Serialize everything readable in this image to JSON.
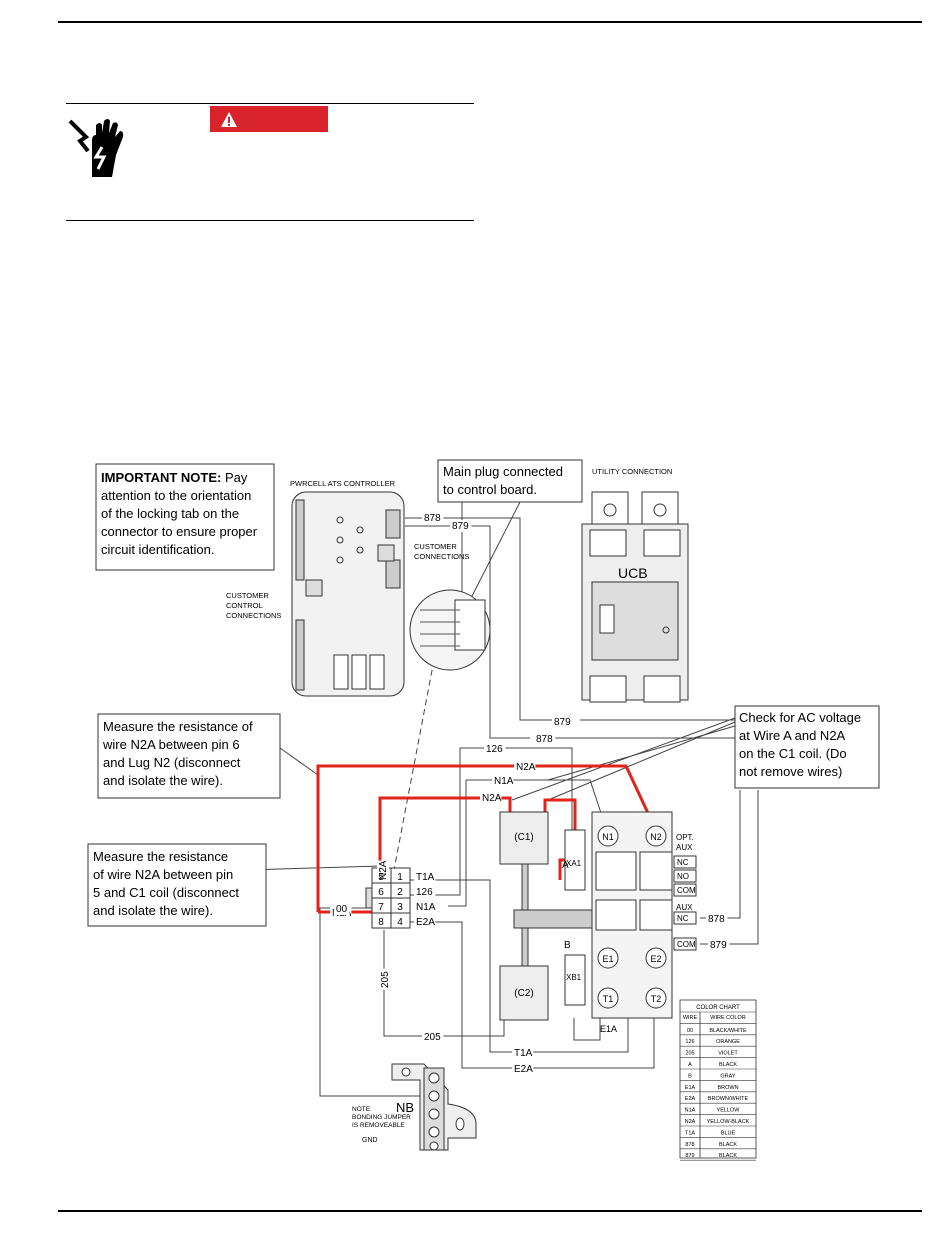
{
  "warning": {
    "badge_label": "",
    "icon": "electrical-shock-hand-icon",
    "badge_color": "#d9232a"
  },
  "callouts": {
    "important_note_bold": "IMPORTANT NOTE:",
    "important_note_lines": [
      " Pay",
      "attention to the orientation",
      "of the locking tab on the",
      "connector to ensure proper",
      "circuit identification."
    ],
    "main_plug": [
      "Main plug connected",
      "to control board."
    ],
    "measure_n2a_lug": [
      "Measure the resistance of",
      "wire N2A between pin 6",
      "and Lug N2 (disconnect",
      "and isolate the wire)."
    ],
    "measure_n2a_c1": [
      "Measure the resistance",
      "of wire N2A between pin",
      "5 and C1 coil (disconnect",
      "and isolate the wire)."
    ],
    "check_ac": [
      "Check for AC voltage",
      "at Wire A and N2A",
      "on the C1 coil. (Do",
      "not remove wires)"
    ]
  },
  "labels": {
    "controller": "PWRCELL ATS CONTROLLER",
    "customer_connections": [
      "CUSTOMER",
      "CONNECTIONS"
    ],
    "customer_control": [
      "CUSTOMER",
      "CONTROL",
      "CONNECTIONS"
    ],
    "utility_connection": "UTILITY CONNECTION",
    "ucb": "UCB",
    "nb": "NB",
    "note": [
      "NOTE:",
      "BONDING JUMPER",
      "IS REMOVEABLE"
    ],
    "gnd": "GND"
  },
  "wires": {
    "w878_top": "878",
    "w879_top": "879",
    "w879_mid": "879",
    "w878_mid": "878",
    "w126": "126",
    "n2a_1": "N2A",
    "n1a": "N1A",
    "n2a_2": "N2A",
    "n2a_vert": "N2A",
    "n2a_left": "N2A",
    "w00": "00",
    "w205_vert": "205",
    "w205_bot": "205",
    "t1a_bot": "T1A",
    "e2a_bot": "E2A",
    "w878_right": "878",
    "w879_right": "879",
    "a_label": "A",
    "b_label": "B",
    "e1a": "E1A"
  },
  "connector": {
    "pins_left": [
      "5",
      "6",
      "7",
      "8"
    ],
    "pins_right": [
      "1",
      "2",
      "3",
      "4"
    ],
    "wires_right": [
      "T1A",
      "126",
      "N1A",
      "E2A"
    ]
  },
  "contactor": {
    "c1": "(C1)",
    "c2": "(C2)",
    "xa1": "XA1",
    "xb1": "XB1",
    "n1": "N1",
    "n2": "N2",
    "e1": "E1",
    "e2": "E2",
    "t1": "T1",
    "t2": "T2",
    "opt_aux": [
      "OPT.",
      "AUX"
    ],
    "aux_top": [
      "NC",
      "NO",
      "COM"
    ],
    "aux_label": "AUX",
    "aux_bottom": [
      "NC",
      "COM"
    ]
  },
  "color_chart": {
    "title": "COLOR CHART",
    "headers": [
      "WIRE",
      "WIRE COLOR"
    ],
    "rows": [
      [
        "00",
        "BLACK/WHITE"
      ],
      [
        "126",
        "ORANGE"
      ],
      [
        "205",
        "VIOLET"
      ],
      [
        "A",
        "BLACK"
      ],
      [
        "B",
        "GRAY"
      ],
      [
        "E1A",
        "BROWN"
      ],
      [
        "E2A",
        "BROWN/WHITE"
      ],
      [
        "N1A",
        "YELLOW"
      ],
      [
        "N2A",
        "YELLOW-BLACK"
      ],
      [
        "T1A",
        "BLUE"
      ],
      [
        "878",
        "BLACK"
      ],
      [
        "879",
        "BLACK"
      ]
    ]
  },
  "colors": {
    "highlight_wire": "#e2231a",
    "line": "#333333"
  }
}
